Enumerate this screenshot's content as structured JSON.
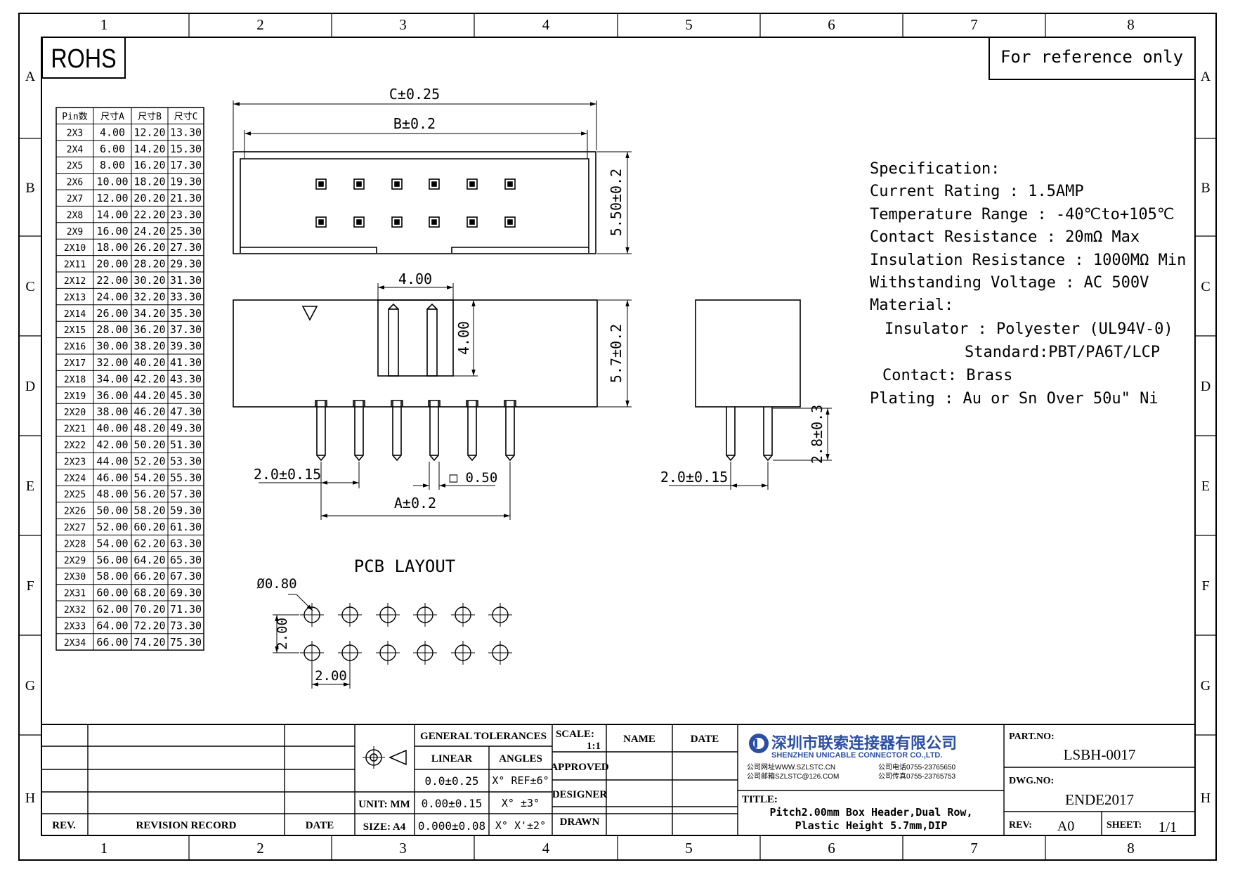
{
  "stamp_rohs": "ROHS",
  "reference_note": "For reference only",
  "zone_columns": [
    "1",
    "2",
    "3",
    "4",
    "5",
    "6",
    "7",
    "8"
  ],
  "zone_rows": [
    "A",
    "B",
    "C",
    "D",
    "E",
    "F",
    "G",
    "H"
  ],
  "pin_table": {
    "headers": [
      "Pin数",
      "尺寸A",
      "尺寸B",
      "尺寸C"
    ],
    "rows": [
      [
        "2X3",
        "4.00",
        "12.20",
        "13.30"
      ],
      [
        "2X4",
        "6.00",
        "14.20",
        "15.30"
      ],
      [
        "2X5",
        "8.00",
        "16.20",
        "17.30"
      ],
      [
        "2X6",
        "10.00",
        "18.20",
        "19.30"
      ],
      [
        "2X7",
        "12.00",
        "20.20",
        "21.30"
      ],
      [
        "2X8",
        "14.00",
        "22.20",
        "23.30"
      ],
      [
        "2X9",
        "16.00",
        "24.20",
        "25.30"
      ],
      [
        "2X10",
        "18.00",
        "26.20",
        "27.30"
      ],
      [
        "2X11",
        "20.00",
        "28.20",
        "29.30"
      ],
      [
        "2X12",
        "22.00",
        "30.20",
        "31.30"
      ],
      [
        "2X13",
        "24.00",
        "32.20",
        "33.30"
      ],
      [
        "2X14",
        "26.00",
        "34.20",
        "35.30"
      ],
      [
        "2X15",
        "28.00",
        "36.20",
        "37.30"
      ],
      [
        "2X16",
        "30.00",
        "38.20",
        "39.30"
      ],
      [
        "2X17",
        "32.00",
        "40.20",
        "41.30"
      ],
      [
        "2X18",
        "34.00",
        "42.20",
        "43.30"
      ],
      [
        "2X19",
        "36.00",
        "44.20",
        "45.30"
      ],
      [
        "2X20",
        "38.00",
        "46.20",
        "47.30"
      ],
      [
        "2X21",
        "40.00",
        "48.20",
        "49.30"
      ],
      [
        "2X22",
        "42.00",
        "50.20",
        "51.30"
      ],
      [
        "2X23",
        "44.00",
        "52.20",
        "53.30"
      ],
      [
        "2X24",
        "46.00",
        "54.20",
        "55.30"
      ],
      [
        "2X25",
        "48.00",
        "56.20",
        "57.30"
      ],
      [
        "2X26",
        "50.00",
        "58.20",
        "59.30"
      ],
      [
        "2X27",
        "52.00",
        "60.20",
        "61.30"
      ],
      [
        "2X28",
        "54.00",
        "62.20",
        "63.30"
      ],
      [
        "2X29",
        "56.00",
        "64.20",
        "65.30"
      ],
      [
        "2X30",
        "58.00",
        "66.20",
        "67.30"
      ],
      [
        "2X31",
        "60.00",
        "68.20",
        "69.30"
      ],
      [
        "2X32",
        "62.00",
        "70.20",
        "71.30"
      ],
      [
        "2X33",
        "64.00",
        "72.20",
        "73.30"
      ],
      [
        "2X34",
        "66.00",
        "74.20",
        "75.30"
      ]
    ]
  },
  "dimensions": {
    "c": "C±0.25",
    "b": "B±0.2",
    "height_top": "5.50±0.2",
    "pitch_window": "4.00",
    "window_height": "4.00",
    "height_front": "5.7±0.2",
    "pin_spacing_front": "2.0±0.15",
    "pin_square": "□ 0.50",
    "a": "A±0.2",
    "pin_spacing_side": "2.0±0.15",
    "pin_length": "2.8±0.3"
  },
  "pcb": {
    "title": "PCB LAYOUT",
    "hole": "Ø0.80",
    "row_pitch": "2.00",
    "col_pitch": "2.00"
  },
  "specification": {
    "heading": "Specification:",
    "lines": [
      "Current Rating : 1.5AMP",
      "Temperature Range : -40℃to+105℃",
      "Contact Resistance : 20mΩ Max",
      "Insulation Resistance : 1000MΩ Min",
      "Withstanding Voltage : AC 500V",
      "Material:",
      "Insulator : Polyester (UL94V-0)",
      "Standard:PBT/PA6T/LCP",
      "Contact: Brass",
      "Plating : Au or Sn Over 50u\" Ni"
    ]
  },
  "title_block": {
    "rev_label": "REV.",
    "revision_record": "REVISION RECORD",
    "date_label": "DATE",
    "general_tolerances": "GENERAL TOLERANCES",
    "linear": "LINEAR",
    "angles": "ANGLES",
    "tol_1": "0.0±0.25",
    "tol_2": "0.00±0.15",
    "tol_3": "0.000±0.08",
    "ang_1": "X° REF±6°",
    "ang_2": "X° ±3°",
    "ang_3": "X° X'±2°",
    "unit": "UNIT: MM",
    "size": "SIZE: A4",
    "scale_label": "SCALE:",
    "scale_value": "1:1",
    "name": "NAME",
    "date": "DATE",
    "approved": "APPROVED",
    "designer": "DESIGNER",
    "drawn": "DRAWN",
    "company_cn": "深圳市联索连接器有限公司",
    "company_en": "SHENZHEN UNICABLE CONNECTOR CO.,LTD.",
    "website": "公司网址WWW.SZLSTC.CN",
    "email": "公司邮箱SZLSTC@126.COM",
    "phone": "公司电话0755-23765650",
    "fax": "公司传真0755-23765753",
    "title_label": "TITLE:",
    "title_line1": "Pitch2.00mm Box Header,Dual Row,",
    "title_line2": "Plastic Height 5.7mm,DIP",
    "part_no_label": "PART.NO:",
    "part_no": "LSBH-0017",
    "dwg_no_label": "DWG.NO:",
    "dwg_no": "ENDE2017",
    "rev_field_label": "REV:",
    "rev_value": "A0",
    "sheet_label": "SHEET:",
    "sheet_value": "1/1"
  }
}
